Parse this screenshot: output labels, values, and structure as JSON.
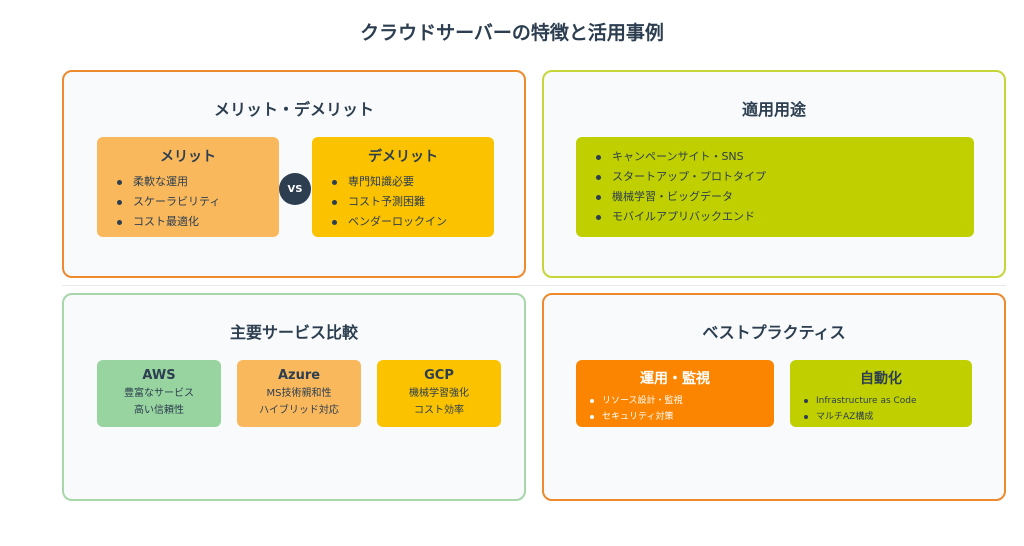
{
  "title": "クラウドサーバーの特徴と活用事例",
  "colors": {
    "orange_border": "#ee8a2e",
    "lime_border": "#c6d63a",
    "green_border": "#a7d7a9",
    "merit_fill": "#f9b85c",
    "demerit_fill": "#fbc200",
    "lime_fill": "#bfcf00",
    "aws_fill": "#98d49f",
    "azure_fill": "#f9b85c",
    "gcp_fill": "#fbc200",
    "ops_fill": "#fb8500",
    "dark": "#2c3e50"
  },
  "merits_panel": {
    "title": "メリット・デメリット",
    "merit": {
      "title": "メリット",
      "items": [
        "柔軟な運用",
        "スケーラビリティ",
        "コスト最適化"
      ]
    },
    "vs": "VS",
    "demerit": {
      "title": "デメリット",
      "items": [
        "専門知識必要",
        "コスト予測困難",
        "ベンダーロックイン"
      ]
    }
  },
  "usecases_panel": {
    "title": "適用用途",
    "items": [
      "キャンペーンサイト・SNS",
      "スタートアップ・プロトタイプ",
      "機械学習・ビッグデータ",
      "モバイルアプリバックエンド"
    ]
  },
  "services_panel": {
    "title": "主要サービス比較",
    "services": [
      {
        "name": "AWS",
        "lines": [
          "豊富なサービス",
          "高い信頼性"
        ]
      },
      {
        "name": "Azure",
        "lines": [
          "MS技術親和性",
          "ハイブリッド対応"
        ]
      },
      {
        "name": "GCP",
        "lines": [
          "機械学習強化",
          "コスト効率"
        ]
      }
    ]
  },
  "practices_panel": {
    "title": "ベストプラクティス",
    "ops": {
      "title": "運用・監視",
      "items": [
        "リソース設計・監視",
        "セキュリティ対策"
      ]
    },
    "auto": {
      "title": "自動化",
      "items": [
        "Infrastructure as Code",
        "マルチAZ構成"
      ]
    }
  }
}
